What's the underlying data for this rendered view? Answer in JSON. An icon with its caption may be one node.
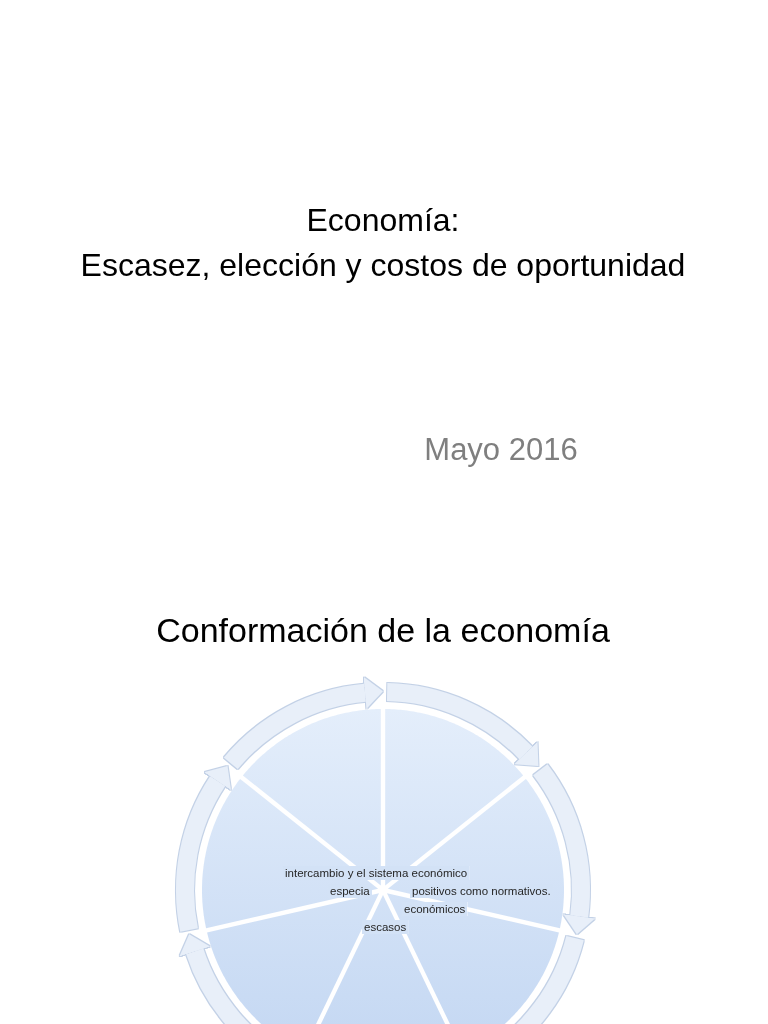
{
  "diagram": {
    "title": "Conformación de la economía",
    "nodes": [
      {
        "text": [],
        "shape": "wedge"
      },
      {
        "text": [],
        "shape": "wedge"
      },
      {
        "text": [],
        "shape": "wedge"
      },
      {
        "text": [],
        "shape": "wedge"
      },
      {
        "text": [],
        "shape": "wedge"
      },
      {
        "text": [],
        "shape": "wedge"
      },
      {
        "text": [],
        "shape": "wedge"
      }
    ],
    "labels": [
      "Economía:",
      "Escasez, elección y costos de oportunidad",
      "Mayo 2016",
      "intercambio y el sistema económico",
      "especia",
      "positivos como normativos.",
      "económicos",
      "escasos"
    ]
  }
}
